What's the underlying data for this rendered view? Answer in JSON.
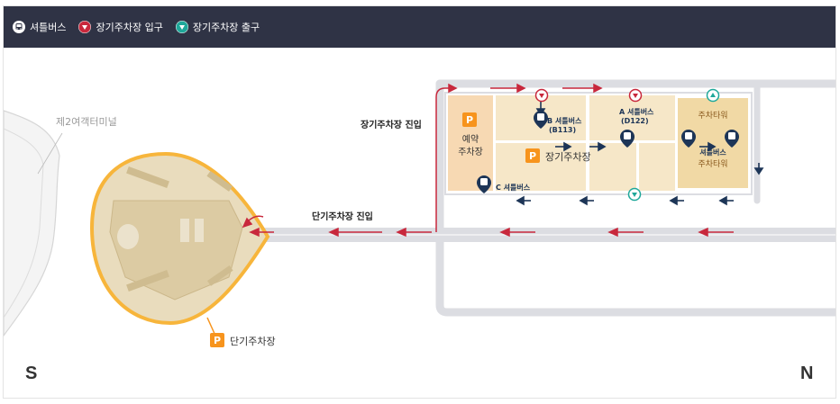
{
  "legend": {
    "items": [
      {
        "label": "셔틀버스",
        "icon": "bus-icon",
        "color": "#ffffff"
      },
      {
        "label": "장기주차장 입구",
        "icon": "entrance-arrow-icon",
        "color": "#c8283c"
      },
      {
        "label": "장기주차장 출구",
        "icon": "exit-arrow-icon",
        "color": "#1fa89a"
      }
    ]
  },
  "map": {
    "terminal_label": "제2여객터미널",
    "long_term_entry_label": "장기주차장 진입",
    "short_term_entry_label": "단기주차장 진입",
    "reserved_parking": {
      "line1": "예약",
      "line2": "주차장"
    },
    "long_term_parking_label": "장기주차장",
    "short_term_parking_label": "단기주차장",
    "parking_tower_top": "주차타워",
    "parking_tower_bottom": "주차타워",
    "shuttle_right": "셔틀버스",
    "shuttle_b": {
      "line1": "B 셔틀버스",
      "line2": "(B113)"
    },
    "shuttle_a": {
      "line1": "A 셔틀버스",
      "line2": "(D122)"
    },
    "shuttle_c": "C 셔틀버스",
    "parking_badge": "P",
    "compass_south": "S",
    "compass_north": "N"
  },
  "colors": {
    "legend_bg": "#2f3345",
    "entrance": "#c8283c",
    "exit": "#1fa89a",
    "parking_orange": "#f7941d",
    "shuttle_navy": "#1d3557",
    "road": "#dcdde2",
    "lot_fill": "#f6e7c8"
  }
}
